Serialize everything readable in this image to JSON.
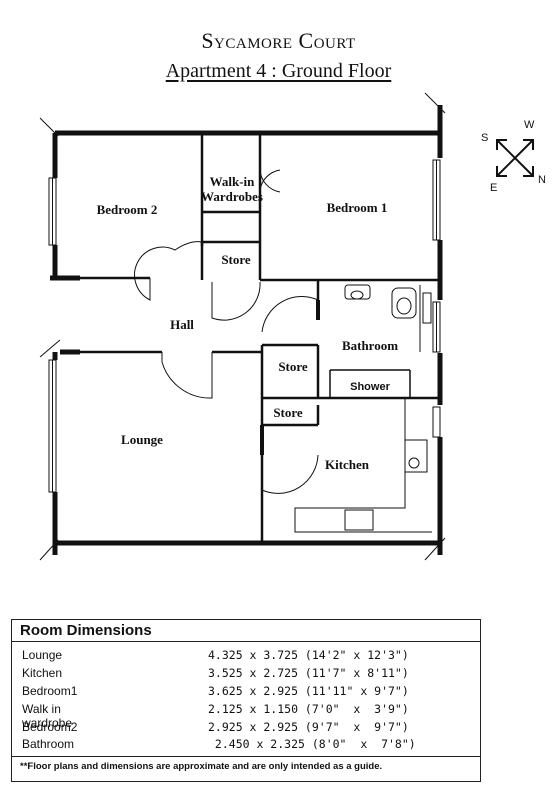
{
  "header": {
    "title": "Sycamore Court",
    "subtitle": "Apartment 4 : Ground Floor"
  },
  "plan": {
    "rooms": {
      "bedroom2": "Bedroom 2",
      "walkin_line1": "Walk-in",
      "walkin_line2": "Wardrobes",
      "bedroom1": "Bedroom 1",
      "store_top": "Store",
      "hall": "Hall",
      "bathroom": "Bathroom",
      "store_mid": "Store",
      "shower": "Shower",
      "store_low": "Store",
      "lounge": "Lounge",
      "kitchen": "Kitchen"
    },
    "compass": {
      "s": "S",
      "w": "W",
      "n": "N",
      "e": "E"
    }
  },
  "dimensions": {
    "heading": "Room Dimensions",
    "rows": [
      {
        "room": "Lounge",
        "size": "4.325 x 3.725 (14'2\" x 12'3\")"
      },
      {
        "room": "Kitchen",
        "size": "3.525 x 2.725 (11'7\" x 8'11\")"
      },
      {
        "room": "Bedroom1",
        "size": "3.625 x 2.925 (11'11\" x 9'7\")"
      },
      {
        "room": "Walk in wardrobe",
        "size": "2.125 x 1.150 (7'0\"  x  3'9\")"
      },
      {
        "room": "Bedroom2",
        "size": "2.925 x 2.925 (9'7\"  x  9'7\")"
      },
      {
        "room": "Bathroom",
        "size": " 2.450 x 2.325 (8'0\"  x  7'8\")"
      }
    ],
    "note": "**Floor plans and dimensions are approximate and are only intended  as a guide."
  }
}
